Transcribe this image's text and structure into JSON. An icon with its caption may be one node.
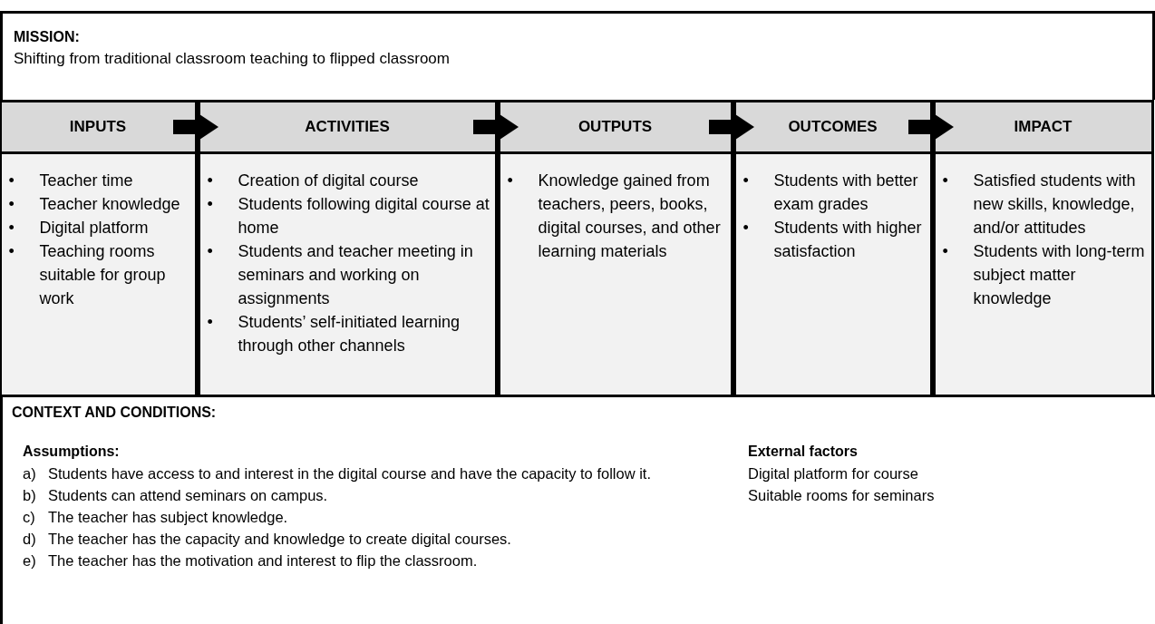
{
  "diagram": {
    "nodes": [
      {
        "text": [
          "MISSION:",
          "Shifting from traditional classroom teaching to flipped classroom"
        ]
      },
      {
        "text": [
          "INPUTS"
        ]
      },
      {
        "text": [
          "ACTIVITIES"
        ]
      },
      {
        "text": [
          "OUTPUTS"
        ]
      },
      {
        "text": [
          "OUTCOMES"
        ]
      },
      {
        "text": [
          "IMPACT"
        ]
      },
      {
        "text": [
          "• Teacher time",
          "• Teacher knowledge",
          "• Digital platform",
          "• Teaching rooms suitable for group work"
        ]
      },
      {
        "text": [
          "• Creation of digital course",
          "• Students following digital course at home",
          "• Students and teacher meeting in seminars and working on assignments",
          "• Students’ self-initiated learning through other channels"
        ]
      },
      {
        "text": [
          "• Knowledge gained from teachers, peers, books, digital courses, and other learning materials"
        ]
      },
      {
        "text": [
          "• Students with better exam grades",
          "• Students with higher satisfaction"
        ]
      },
      {
        "text": [
          "• Satisfied students with new skills, knowledge, and/or attitudes",
          "• Students with long-term subject matter knowledge"
        ]
      },
      {
        "text": [
          "CONTEXT AND CONDITIONS:",
          "Assumptions:",
          "a) Students have access to and interest in the digital course and have the capacity to follow it.",
          "b) Students can attend seminars on campus.",
          "c) The teacher has subject knowledge.",
          "d) The teacher has the capacity and knowledge to create digital courses.",
          "e) The teacher has the motivation and interest to flip the classroom.",
          "External factors",
          "Digital platform for course",
          "Suitable rooms for seminars"
        ]
      }
    ],
    "edges": [
      {
        "from": 1,
        "to": 2,
        "arrow": "to"
      },
      {
        "from": 2,
        "to": 3,
        "arrow": "to"
      },
      {
        "from": 3,
        "to": 4,
        "arrow": "to"
      },
      {
        "from": 4,
        "to": 5,
        "arrow": "to"
      }
    ]
  }
}
